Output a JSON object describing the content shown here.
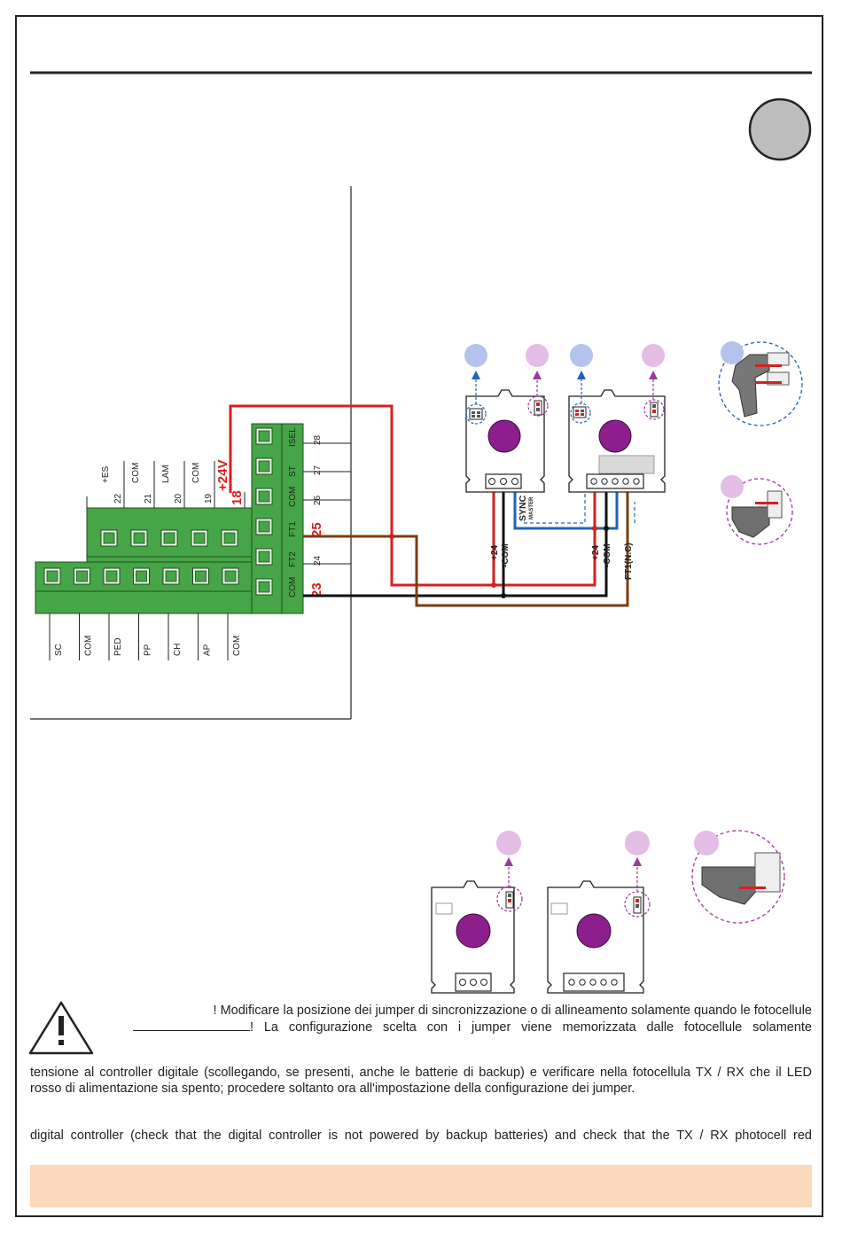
{
  "terminals": {
    "right_block": [
      {
        "label": "ISEL",
        "number": "28"
      },
      {
        "label": "ST",
        "number": "27"
      },
      {
        "label": "COM",
        "number": "26"
      },
      {
        "label": "FT1",
        "number": "25"
      },
      {
        "label": "FT2",
        "number": "24"
      },
      {
        "label": "COM",
        "number": "23"
      }
    ],
    "top_block": [
      {
        "label": "+ES",
        "number": "22"
      },
      {
        "label": "COM",
        "number": "21"
      },
      {
        "label": "LAM",
        "number": "20"
      },
      {
        "label": "COM",
        "number": "19"
      },
      {
        "label": "+24V",
        "number": "18"
      }
    ],
    "bottom_block": [
      "SC",
      "COM",
      "PED",
      "PP",
      "CH",
      "AP",
      "COM"
    ]
  },
  "photocell_labels": {
    "tx": [
      "+24",
      "-COM"
    ],
    "rx": [
      "+24",
      "-COM",
      "FT1(N.C)"
    ],
    "sync_main": "SYNC",
    "sync_sub": "MASTER"
  },
  "colors": {
    "red_wire": "#d42020",
    "brown_wire": "#7a3e12",
    "blue_wire": "#1f63b8",
    "black_wire": "#111111",
    "terminal_green": "#46a546",
    "lens_purple": "#8c1f8c",
    "marker_blue": "#b3c3ec",
    "marker_violet": "#e3bde6",
    "note_bg": "#fad9bd"
  },
  "text": {
    "warn_line1": "! Modificare la posizione dei jumper di sincronizzazione o di allineamento solamente quando le fotocellule",
    "warn_line2": "! La configurazione scelta con i jumper viene memorizzata dalle fotocellule solamente",
    "it_line1": "tensione al controller digitale (scollegando, se presenti, anche le batterie di backup) e verificare nella fotocellula TX / RX che il LED",
    "it_line2": "rosso di alimentazione sia spento; procedere soltanto ora all'impostazione della configurazione dei jumper.",
    "en_line1": "digital controller (check that the digital controller is not powered by backup batteries) and check that the TX / RX photocell red"
  }
}
